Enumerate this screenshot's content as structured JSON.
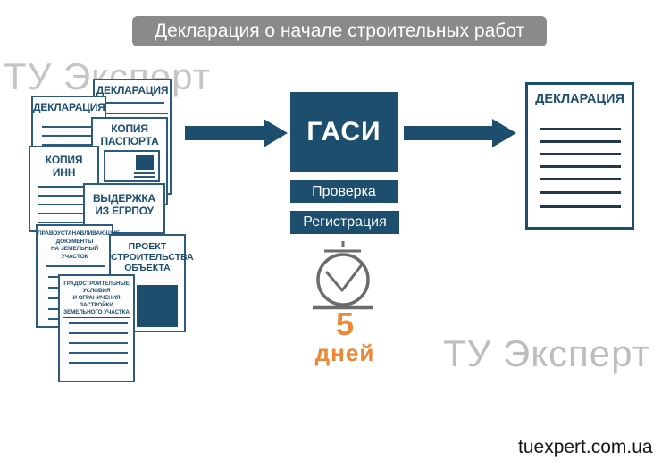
{
  "title": "Декларация о начале строительных работ",
  "watermark": "ТУ Эксперт",
  "website": "tuexpert.com.ua",
  "colors": {
    "navy": "#1d4e6e",
    "doc_border": "#2d5b7d",
    "title_bar_bg": "#8a8a8a",
    "orange": "#ed8733",
    "watermark_gray": "#c5c5c5",
    "clock_gray": "#6b6b6b"
  },
  "documents": [
    {
      "name": "declaration-back",
      "lines": [
        "ДЕКЛАРАЦИЯ"
      ]
    },
    {
      "name": "declaration-front",
      "lines": [
        "ДЕКЛАРАЦИЯ"
      ]
    },
    {
      "name": "passport-copy",
      "lines": [
        "КОПИЯ",
        "ПАСПОРТА"
      ]
    },
    {
      "name": "inn-copy",
      "lines": [
        "КОПИЯ",
        "ИНН"
      ]
    },
    {
      "name": "egrpou-extract",
      "lines": [
        "ВЫДЕРЖКА",
        "ИЗ ЕГРПОУ"
      ]
    },
    {
      "name": "land-title-documents",
      "lines": [
        "ПРАВОУСТАНАВЛИВАЮЩИЕ",
        "ДОКУМЕНТЫ",
        "НА ЗЕМЕЛЬНЫЙ",
        "УЧАСТОК"
      ]
    },
    {
      "name": "construction-project",
      "lines": [
        "ПРОЕКТ",
        "СТРОИТЕЛЬСТВА",
        "ОБЪЕКТА"
      ]
    },
    {
      "name": "urban-conditions",
      "lines": [
        "ГРАДОСТРОИТЕЛЬНЫЕ",
        "УСЛОВИЯ",
        "И ОГРАНИЧЕНИЯ",
        "ЗАСТРОЙКИ",
        "ЗЕМЕЛЬНОГО УЧАСТКА"
      ]
    }
  ],
  "process": {
    "authority": "ГАСИ",
    "steps": [
      "Проверка",
      "Регистрация"
    ],
    "duration_value": "5",
    "duration_unit": "дней"
  },
  "result_document": {
    "title": "ДЕКЛАРАЦИЯ"
  }
}
